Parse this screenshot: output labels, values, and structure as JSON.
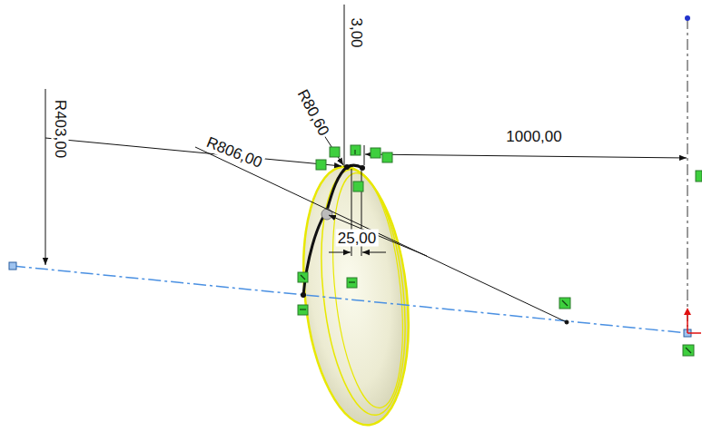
{
  "diagram": {
    "labels": [
      "R403,00",
      "R806,00",
      "R80,60",
      "3,00",
      "25,00",
      "1000,00"
    ]
  }
}
